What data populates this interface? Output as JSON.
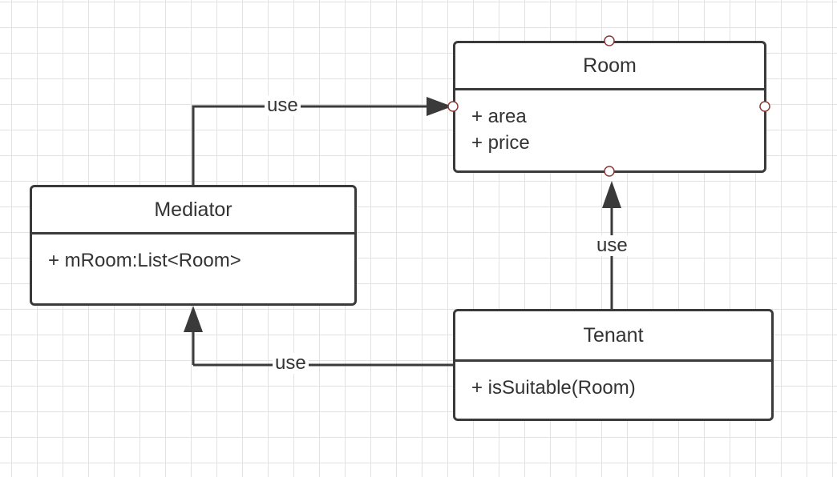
{
  "diagram": {
    "classes": [
      {
        "name": "Room",
        "attributes": [
          "+ area",
          "+ price"
        ]
      },
      {
        "name": "Mediator",
        "attributes": [
          "+ mRoom:List<Room>"
        ]
      },
      {
        "name": "Tenant",
        "attributes": [
          "+ isSuitable(Room)"
        ]
      }
    ],
    "relations": [
      {
        "from": "Mediator",
        "to": "Room",
        "label": "use"
      },
      {
        "from": "Tenant",
        "to": "Room",
        "label": "use"
      },
      {
        "from": "Tenant",
        "to": "Mediator",
        "label": "use"
      }
    ],
    "colors": {
      "line": "#3a3a3a",
      "port_stroke": "#8a3a3a",
      "grid": "#e2e2e2"
    }
  }
}
